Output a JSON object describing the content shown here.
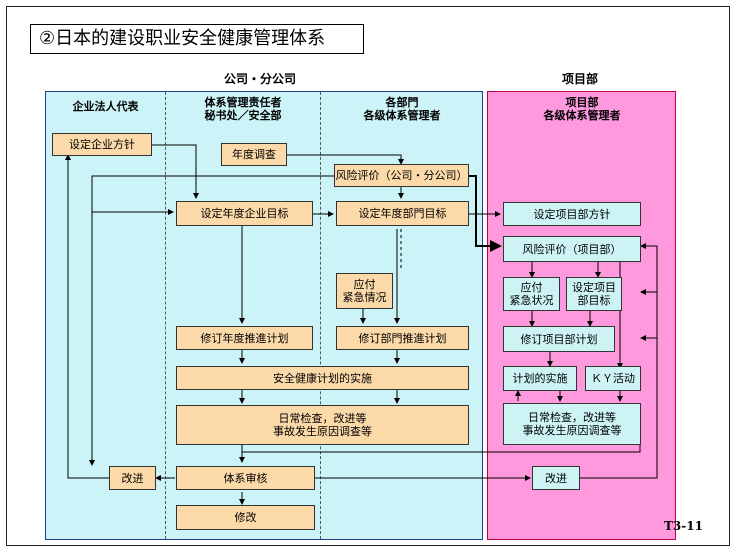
{
  "title": "②日本的建设职业安全健康管理体系",
  "headers": {
    "company": "公司・分公司",
    "project": "项目部"
  },
  "columns": {
    "c1": "企业法人代表",
    "c2": "体系管理责任者\n秘书处／安全部",
    "c3": "各部門\n各级体系管理者",
    "c4": "项目部\n各级体系管理者"
  },
  "boxes": {
    "policy": "设定企业方针",
    "survey": "年度调查",
    "risk_company": "风险评价（公司・分公司）",
    "set_company_goal": "设定年度企业目标",
    "set_dept_goal": "设定年度部門目标",
    "set_proj_policy": "设定项目部方针",
    "risk_project": "风险评价（项目部）",
    "emergency_company": "应付\n紧急情况",
    "emergency_project": "应付\n紧急状况",
    "set_proj_goal": "设定项目\n部目标",
    "revise_company_plan": "修订年度推進计划",
    "revise_dept_plan": "修订部門推進计划",
    "revise_proj_plan": "修订项目部计划",
    "implement": "安全健康计划的实施",
    "implement_proj": "计划的实施",
    "ky": "ＫＹ活动",
    "daily_check": "日常检查，改进等\n事故发生原因调查等",
    "daily_check_proj": "日常检查，改进等\n事故发生原因调查等",
    "improve_left": "改进",
    "audit": "体系审核",
    "improve_proj": "改进",
    "revise": "修改"
  },
  "page_label": "T3-11"
}
